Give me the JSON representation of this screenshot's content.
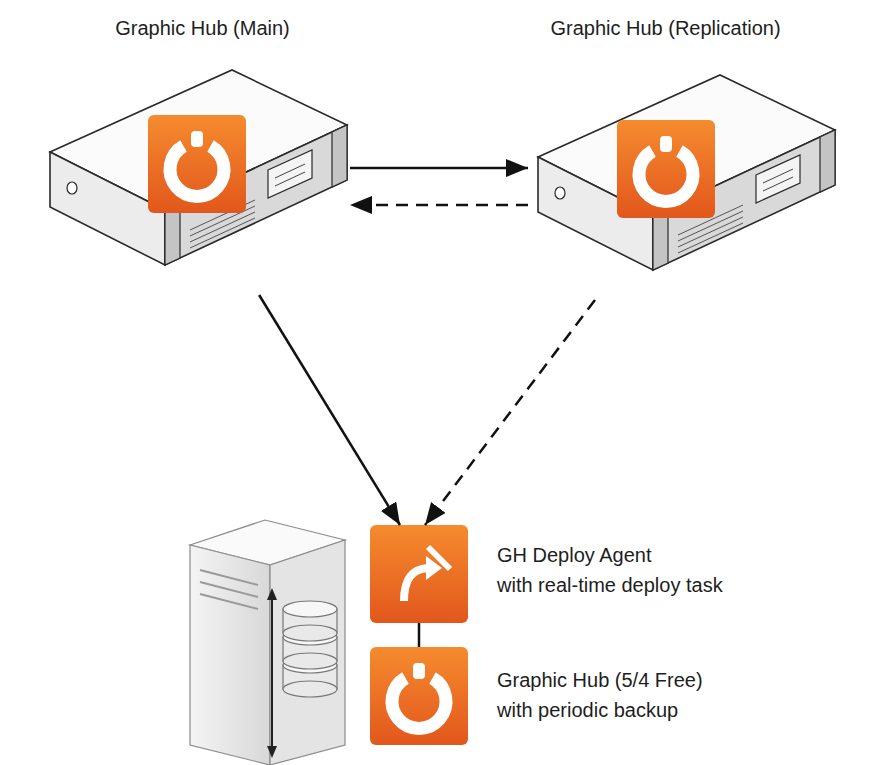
{
  "diagram": {
    "nodes": [
      {
        "text": [
          "Graphic Hub (Main)"
        ]
      },
      {
        "text": [
          "Graphic Hub (Replication)"
        ]
      },
      {
        "text": [
          "GH Deploy Agent",
          "with real-time deploy task"
        ]
      },
      {
        "text": [
          "Graphic Hub (5/4 Free)",
          "with periodic backup"
        ]
      }
    ],
    "edges": [
      {
        "from": 0,
        "to": 1,
        "arrow": "to"
      },
      {
        "from": 1,
        "to": 0,
        "arrow": "to"
      },
      {
        "from": 0,
        "to": 2,
        "arrow": "to"
      },
      {
        "from": 1,
        "to": 2,
        "arrow": "to"
      },
      {
        "from": 2,
        "to": 3,
        "arrow": "none"
      }
    ]
  }
}
